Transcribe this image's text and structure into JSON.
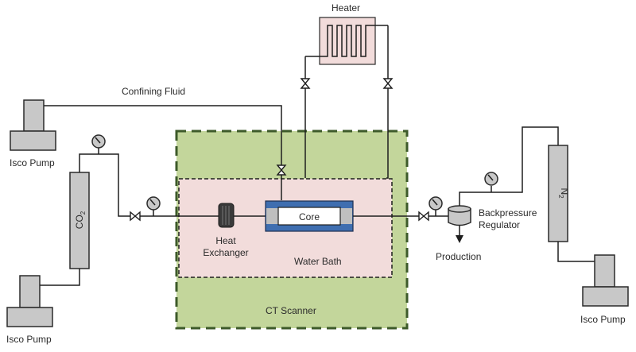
{
  "diagram": {
    "type": "process-flow-schematic",
    "labels": {
      "heater": "Heater",
      "confining_fluid": "Confining Fluid",
      "isco_pump_top_left": "Isco Pump",
      "isco_pump_bottom_left": "Isco Pump",
      "isco_pump_right": "Isco Pump",
      "co2_cylinder": "CO",
      "co2_subscript": "2",
      "n2_cylinder": "N",
      "n2_subscript": "2",
      "heat_exchanger_line1": "Heat",
      "heat_exchanger_line2": "Exchanger",
      "core": "Core",
      "water_bath": "Water Bath",
      "ct_scanner": "CT Scanner",
      "backpressure_line1": "Backpressure",
      "backpressure_line2": "Regulator",
      "production": "Production"
    },
    "colors": {
      "ct_scanner_fill": "#c3d69b",
      "ct_scanner_border": "#3d5a2a",
      "water_bath_fill": "#f2dcdb",
      "heater_fill": "#f2dcdb",
      "core_holder": "#3f6eb0",
      "equipment_fill": "#c8c8c8",
      "pipe": "#1e1e1e"
    }
  }
}
